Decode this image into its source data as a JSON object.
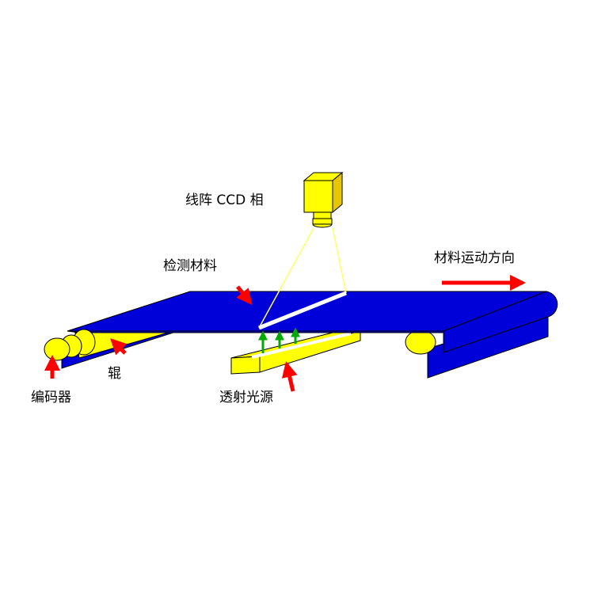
{
  "labels": {
    "camera": "线阵 CCD 相",
    "material": "检测材料",
    "direction": "材料运动方向",
    "roller": "辊",
    "encoder": "编码器",
    "light": "透射光源"
  },
  "colors": {
    "belt": "#0000d8",
    "roller": "#ffff00",
    "outline": "#000000",
    "arrow": "#ff0000",
    "light_ray": "#00aa00",
    "view_line": "#ffff66",
    "scan_line": "#ffffff"
  },
  "icons": {
    "camera": "ccd-camera-icon",
    "arrows": "red-pointer-arrow-icon"
  }
}
